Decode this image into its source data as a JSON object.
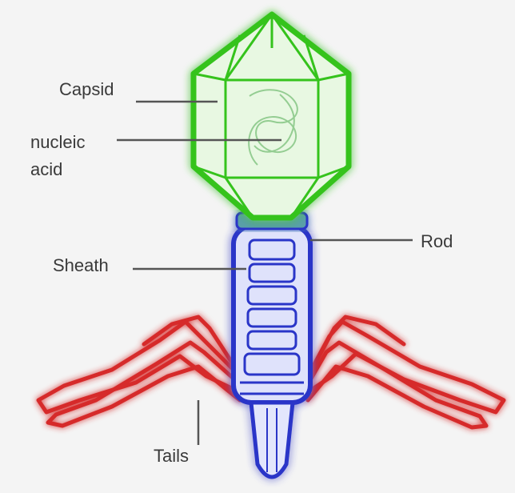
{
  "labels": {
    "capsid": "Capsid",
    "nucleic_line1": "nucleic",
    "nucleic_line2": "acid",
    "sheath": "Sheath",
    "rod": "Rod",
    "tails": "Tails"
  },
  "colors": {
    "capsid": "#34c31c",
    "capsid_glow": "#8ef07a",
    "sheath": "#2b36c8",
    "sheath_glow": "#8f97f2",
    "tails": "#d62b2b",
    "tails_glow": "#f3a0a0",
    "leader_line": "#555555",
    "background": "#f4f4f4"
  }
}
